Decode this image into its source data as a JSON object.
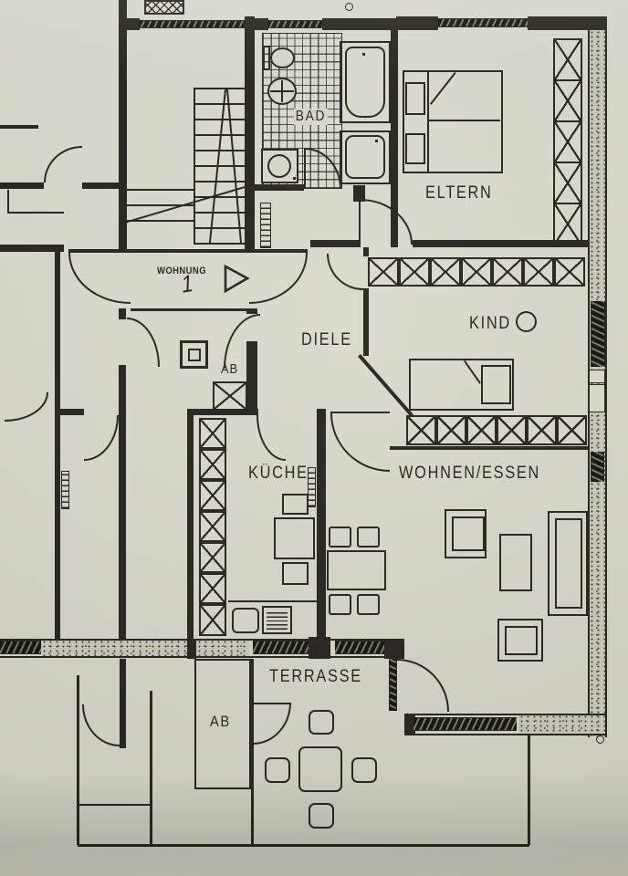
{
  "document": {
    "kind": "scanned-floor-plan",
    "paper_color": "#d8d9cc",
    "ink_color": "#23221c"
  },
  "unit": {
    "prefix": "WOHNUNG",
    "number": "1"
  },
  "labels": {
    "bad": "BAD",
    "eltern": "ELTERN",
    "kind": "KIND",
    "diele": "DIELE",
    "kueche": "KÜCHE",
    "wohnen_essen": "WOHNEN/ESSEN",
    "terrasse": "TERRASSE",
    "ab_flur": "AB",
    "ab_erdgeschoss": "AB"
  }
}
